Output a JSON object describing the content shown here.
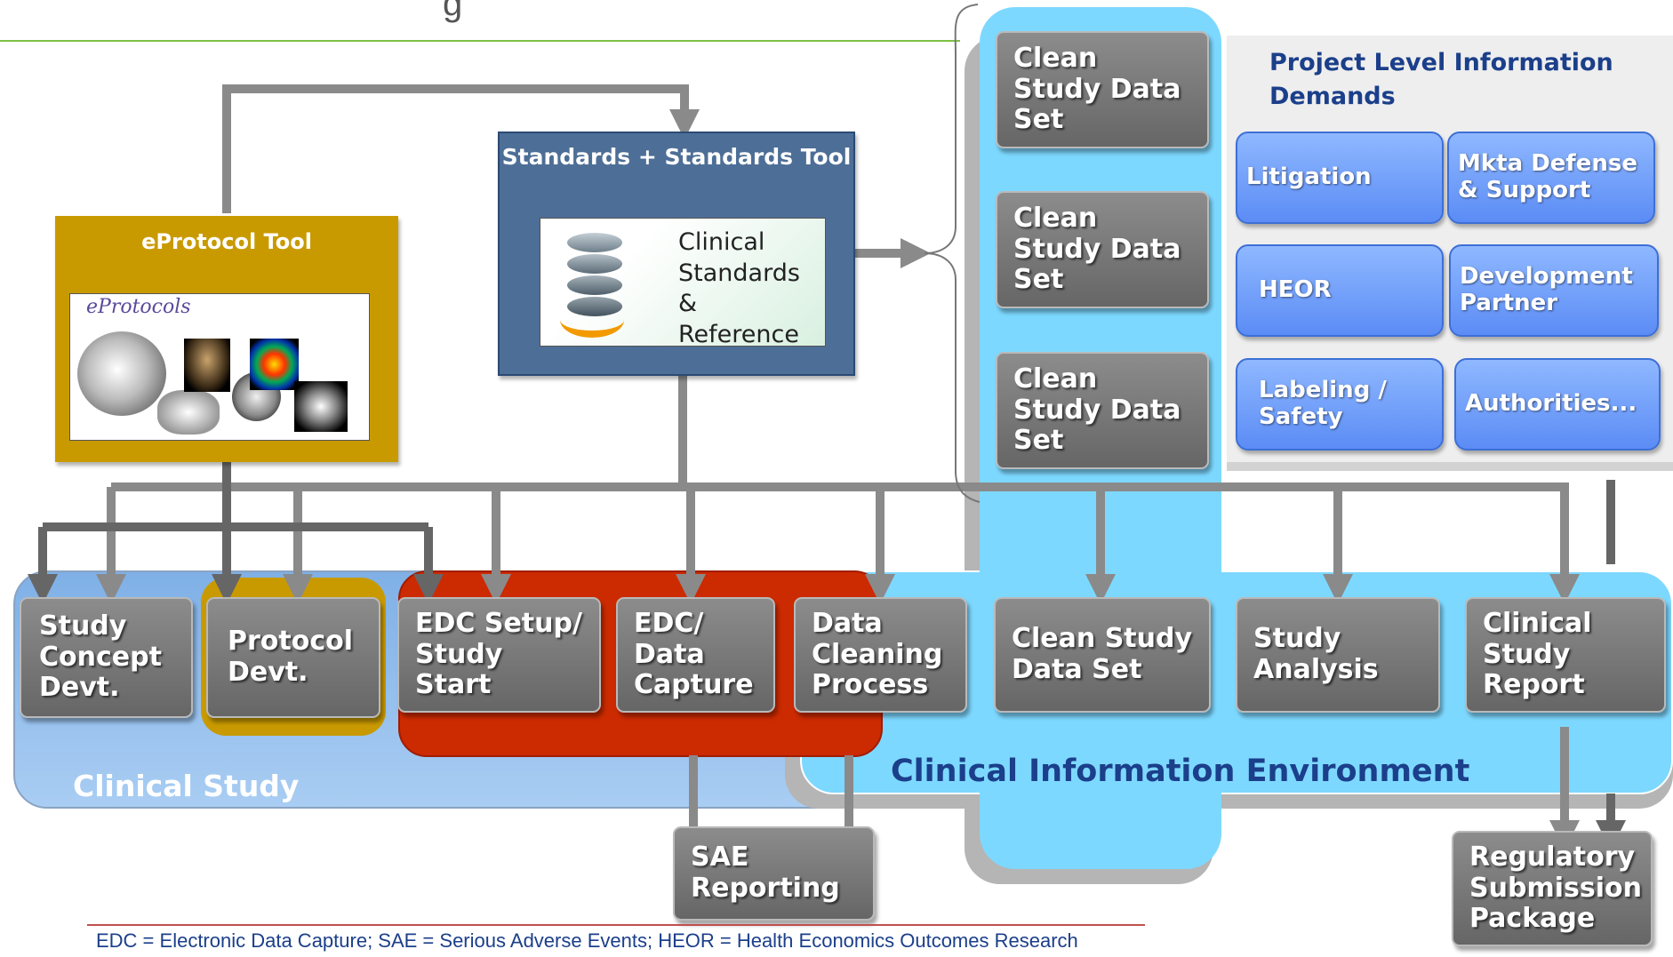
{
  "header": {
    "title_fragment": "g"
  },
  "tools": {
    "eprotocol": {
      "title": "eProtocol Tool",
      "screenshot_caption": "eProtocols"
    },
    "standards": {
      "title": "Standards + Standards Tool",
      "card_label": "Clinical Standards & Reference"
    }
  },
  "clean_data_stack": [
    {
      "label": "Clean Study Data Set"
    },
    {
      "label": "Clean Study Data Set"
    },
    {
      "label": "Clean Study Data Set"
    }
  ],
  "demands": {
    "title": "Project Level Information Demands",
    "items": [
      {
        "label": "Litigation"
      },
      {
        "label": "Mkta Defense & Support"
      },
      {
        "label": "HEOR"
      },
      {
        "label": "Development Partner"
      },
      {
        "label": "Labeling / Safety"
      },
      {
        "label": "Authorities..."
      }
    ]
  },
  "process_steps": [
    {
      "label": "Study Concept Devt."
    },
    {
      "label": "Protocol Devt."
    },
    {
      "label": "EDC Setup/ Study Start"
    },
    {
      "label": "EDC/ Data Capture"
    },
    {
      "label": "Data Cleaning Process"
    },
    {
      "label": "Clean Study Data Set"
    },
    {
      "label": "Study Analysis"
    },
    {
      "label": "Clinical Study Report"
    }
  ],
  "regions": {
    "clinical_study": "Clinical Study",
    "clinical_information_environment": "Clinical Information Environment"
  },
  "outputs": {
    "sae": "SAE Reporting",
    "regulatory": "Regulatory Submission Package"
  },
  "footnote": "EDC = Electronic Data Capture; SAE = Serious Adverse Events; HEOR = Health Economics Outcomes Research",
  "colors": {
    "accent_line": "#7dc142",
    "connector": "#8a8a8a",
    "tool_gold": "#c99a00",
    "standards_blue": "#4d6e96",
    "edc_red": "#cc2a00",
    "cie_cyan": "#7dd8ff",
    "study_blue": "#8cb8e8",
    "demand_blue": "#5b8cf5"
  }
}
